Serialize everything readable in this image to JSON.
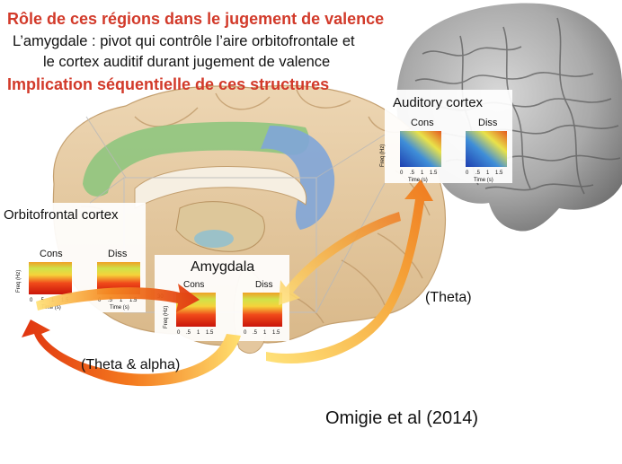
{
  "text": {
    "title_line1": "Rôle de ces régions dans le jugement de valence",
    "line2": "L’amygdale : pivot qui contrôle l’aire orbitofrontale et",
    "line3": "le cortex auditif durant jugement de  valence",
    "title_line2": "Implication séquentielle de ces structures",
    "citation": "Omigie et al (2014)"
  },
  "panels": {
    "auditory": {
      "title": "Auditory cortex",
      "cons": "Cons",
      "diss": "Diss",
      "ylabel": "Freq (Hz)",
      "xlabel": "Time (s)",
      "ticks": [
        "0",
        ".5",
        "1",
        "1.5"
      ]
    },
    "ofc": {
      "title": "Orbitofrontal cortex",
      "cons": "Cons",
      "diss": "Diss",
      "ylabel": "Freq (Hz)",
      "xlabel": "Time (s)",
      "ticks": [
        "0",
        ".5",
        "1",
        "1.5"
      ]
    },
    "amygdala": {
      "title": "Amygdala",
      "cons": "Cons",
      "diss": "Diss",
      "ylabel": "Freq (Hz)",
      "ymax": "30",
      "ticks": [
        "0",
        ".5",
        "1",
        "1.5"
      ]
    }
  },
  "arrows": {
    "theta": "(Theta)",
    "theta_alpha": "(Theta & alpha)"
  },
  "colors": {
    "title_red": "#d23a2a",
    "arrow_red": "#dc2a10",
    "arrow_yellow": "#ffd040",
    "brain_tan": "#e8cda6",
    "cingulate_green": "#8fc57e",
    "corpus_blue": "#7fa5d8"
  }
}
